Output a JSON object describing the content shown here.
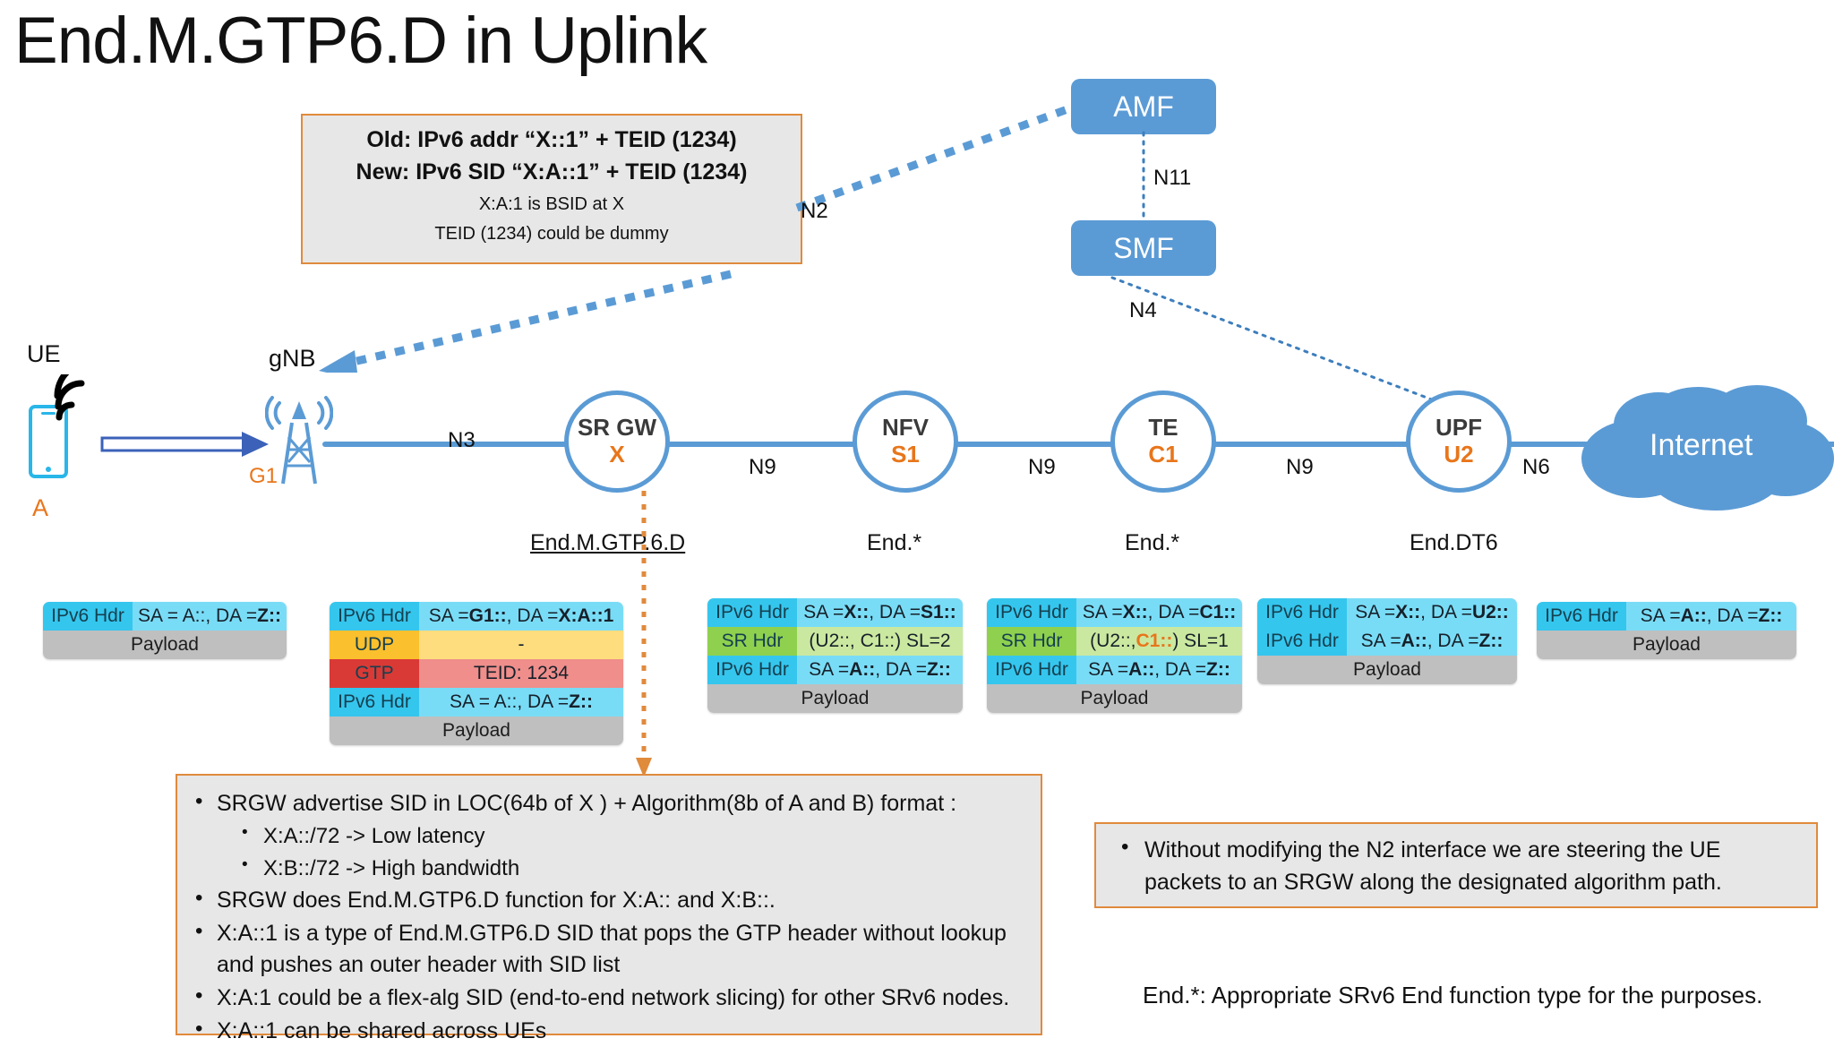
{
  "title": "End.M.GTP6.D in Uplink",
  "sid_callout": {
    "line1": "Old: IPv6 addr “X::1” + TEID (1234)",
    "line2": "New: IPv6 SID “X:A::1” + TEID (1234)",
    "line3": "X:A:1 is BSID at X",
    "line4": "TEID (1234) could be dummy"
  },
  "core": {
    "amf": "AMF",
    "smf": "SMF",
    "n11": "N11",
    "n4": "N4",
    "n2": "N2"
  },
  "access": {
    "ue": "UE",
    "ue_addr": "A",
    "gnb": "gNB",
    "gnb_addr": "G1"
  },
  "nodes": [
    {
      "name": "SR GW",
      "sid": "X",
      "function": "End.M.GTP.6.D"
    },
    {
      "name": "NFV",
      "sid": "S1",
      "function": "End.*"
    },
    {
      "name": "TE",
      "sid": "C1",
      "function": "End.*"
    },
    {
      "name": "UPF",
      "sid": "U2",
      "function": "End.DT6"
    }
  ],
  "links": [
    "N3",
    "N9",
    "N9",
    "N9",
    "N6"
  ],
  "internet": "Internet",
  "packets": [
    {
      "rows": [
        {
          "type": "ipv6",
          "label": "IPv6 Hdr",
          "value": "SA = A::, DA = <b>Z::</b>"
        }
      ],
      "payload": "Payload"
    },
    {
      "rows": [
        {
          "type": "ipv6",
          "label": "IPv6 Hdr",
          "value": "SA = <b>G1::</b>, DA = <b>X:A::1</b>"
        },
        {
          "type": "udp",
          "label": "UDP",
          "value": "-"
        },
        {
          "type": "gtp",
          "label": "GTP",
          "value": "TEID: 1234"
        },
        {
          "type": "ipv6",
          "label": "IPv6 Hdr",
          "value": "SA = A::, DA = <b>Z::</b>"
        }
      ],
      "payload": "Payload"
    },
    {
      "rows": [
        {
          "type": "ipv6",
          "label": "IPv6 Hdr",
          "value": "SA = <b>X::</b>, DA = <b>S1::</b>"
        },
        {
          "type": "srh",
          "label": "SR Hdr",
          "value": "(U2::, C1::) SL=2"
        },
        {
          "type": "ipv6",
          "label": "IPv6 Hdr",
          "value": "SA = <b>A::</b>, DA = <b>Z::</b>"
        }
      ],
      "payload": "Payload"
    },
    {
      "rows": [
        {
          "type": "ipv6",
          "label": "IPv6 Hdr",
          "value": "SA = <b>X::</b>, DA = <b>C1::</b>"
        },
        {
          "type": "srh",
          "label": "SR Hdr",
          "value": "(U2::, <span class=\"orange\">C1::</span>) SL=1"
        },
        {
          "type": "ipv6",
          "label": "IPv6 Hdr",
          "value": "SA = <b>A::</b>, DA = <b>Z::</b>"
        }
      ],
      "payload": "Payload"
    },
    {
      "rows": [
        {
          "type": "ipv6",
          "label": "IPv6 Hdr",
          "value": "SA = <b>X::</b>, DA = <b>U2::</b>"
        },
        {
          "type": "ipv6",
          "label": "IPv6 Hdr",
          "value": "SA = <b>A::</b>, DA = <b>Z::</b>"
        }
      ],
      "payload": "Payload"
    },
    {
      "rows": [
        {
          "type": "ipv6",
          "label": "IPv6 Hdr",
          "value": "SA = <b>A::</b>, DA = <b>Z::</b>"
        }
      ],
      "payload": "Payload"
    }
  ],
  "bullets": [
    {
      "level": 0,
      "text": "SRGW advertise SID in LOC(64b of X ) + Algorithm(8b of A and B) format :"
    },
    {
      "level": 1,
      "text": "X:A::/72 -> Low latency"
    },
    {
      "level": 1,
      "text": "X:B::/72 -> High bandwidth"
    },
    {
      "level": 0,
      "text": "SRGW does End.M.GTP6.D function for X:A:: and X:B::."
    },
    {
      "level": 0,
      "text": "X:A::1 is a type of End.M.GTP6.D SID that pops the GTP header without lookup and pushes an outer header with SID list"
    },
    {
      "level": 0,
      "text": "X:A:1 could be a flex-alg SID (end-to-end network slicing) for other SRv6 nodes."
    },
    {
      "level": 0,
      "text": "X:A::1 can be shared across UEs"
    }
  ],
  "note_box": {
    "line1": "Without modifying the N2 interface we are steering the UE",
    "line2": "packets to an SRGW along the designated algorithm path."
  },
  "endstar_note": "End.*: Appropriate SRv6 End function type for the purposes.",
  "colors": {
    "blue": "#5b9bd5",
    "orange": "#e8761b",
    "callout_border": "#e08a3c",
    "callout_fill": "#e7e7e7"
  }
}
